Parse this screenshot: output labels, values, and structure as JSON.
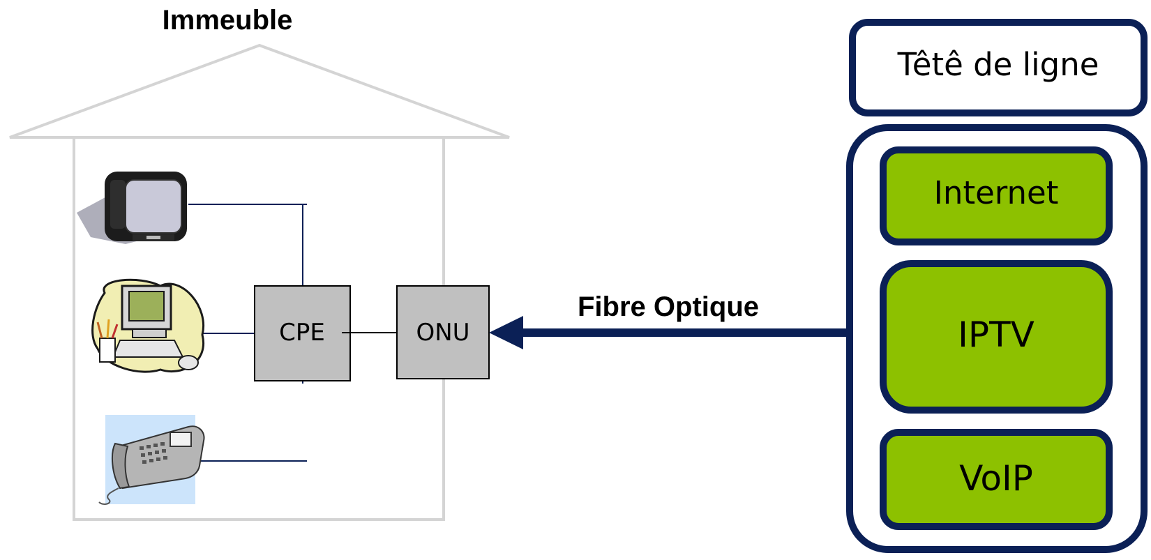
{
  "building": {
    "label": "Immeuble"
  },
  "headend": {
    "title": "Têtê de ligne",
    "services": [
      {
        "label": "Internet"
      },
      {
        "label": "IPTV"
      },
      {
        "label": "VoIP"
      }
    ]
  },
  "devices": {
    "cpe": {
      "label": "CPE"
    },
    "onu": {
      "label": "ONU"
    },
    "tv": {
      "icon": "television-icon"
    },
    "computer": {
      "icon": "desktop-computer-icon"
    },
    "phone": {
      "icon": "telephone-icon"
    }
  },
  "link": {
    "label": "Fibre Optique"
  },
  "colors": {
    "navy": "#0b2056",
    "service_green": "#8dc100",
    "box_gray": "#c0c0c0",
    "house_outline": "#d4d4d4"
  }
}
